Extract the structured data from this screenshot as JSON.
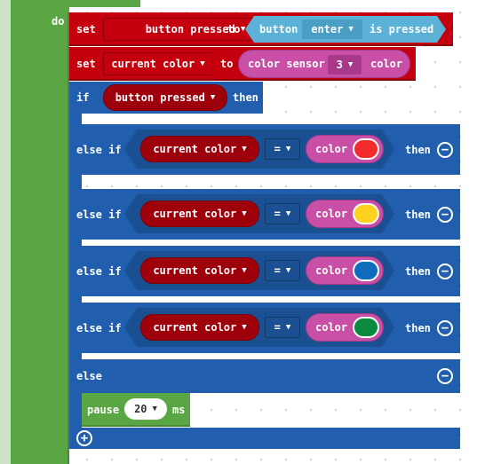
{
  "do_label": "do",
  "set1": {
    "keyword": "set",
    "variable": "button pressed",
    "to_label": "to",
    "input_block": {
      "prefix": "button",
      "button": "enter",
      "suffix": "is pressed"
    }
  },
  "set2": {
    "keyword": "set",
    "variable": "current color",
    "to_label": "to",
    "sensor_block": {
      "label": "color sensor",
      "port": "3",
      "suffix": "color"
    }
  },
  "if_block": {
    "keyword": "if",
    "condition": "button pressed",
    "then_label": "then"
  },
  "else_ifs": [
    {
      "keyword": "else if",
      "left": "current color",
      "op": "=",
      "color_label": "color",
      "swatch": "#f22c2c",
      "then_label": "then"
    },
    {
      "keyword": "else if",
      "left": "current color",
      "op": "=",
      "color_label": "color",
      "swatch": "#ffd21f",
      "then_label": "then"
    },
    {
      "keyword": "else if",
      "left": "current color",
      "op": "=",
      "color_label": "color",
      "swatch": "#0f6cbd",
      "then_label": "then"
    },
    {
      "keyword": "else if",
      "left": "current color",
      "op": "=",
      "color_label": "color",
      "swatch": "#0a8a3c",
      "then_label": "then"
    }
  ],
  "else_block": {
    "keyword": "else"
  },
  "pause": {
    "label": "pause",
    "value": "20",
    "unit": "ms"
  },
  "icons": {
    "remove": "minus-circle-icon",
    "add": "plus-circle-icon",
    "dropdown": "caret-down-icon"
  },
  "colors": {
    "loop_green": "#5ba644",
    "variables_red": "#c4000e",
    "logic_blue": "#215fae",
    "sensor_pink": "#c94fa6",
    "input_cyan": "#5cb1d6"
  }
}
